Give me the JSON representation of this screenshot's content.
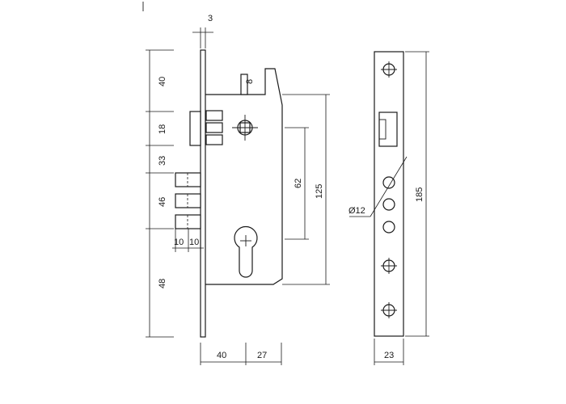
{
  "dimensions": {
    "faceplate_thickness": "3",
    "top_to_latch": "40",
    "latch_height": "18",
    "latch_to_bolt": "33",
    "bolt_block_height": "46",
    "bottom_section": "48",
    "spindle_to_cylinder": "62",
    "case_height": "125",
    "forend_length": "185",
    "forend_width": "23",
    "backset": "40",
    "case_rest": "27",
    "bolt_throw_a": "10",
    "bolt_throw_b": "10",
    "spindle_square": "8",
    "hole_diameter": "Ø12"
  }
}
